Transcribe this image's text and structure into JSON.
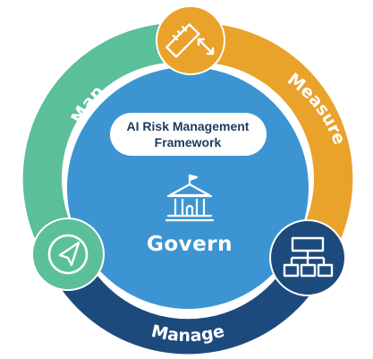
{
  "framework": {
    "title_line1": "AI Risk Management",
    "title_line2": "Framework"
  },
  "functions": {
    "center": "Govern",
    "map": "Map",
    "measure": "Measure",
    "manage": "Manage"
  },
  "icons": {
    "govern": "government-building-icon",
    "map": "compass-navigation-icon",
    "measure": "ruler-measure-icon",
    "manage": "hierarchy-org-chart-icon"
  },
  "colors": {
    "map": "#5bbf9a",
    "measure": "#e9a22a",
    "manage": "#1d4a7c",
    "govern": "#3c95d2",
    "pill_text": "#1f3a5f"
  }
}
